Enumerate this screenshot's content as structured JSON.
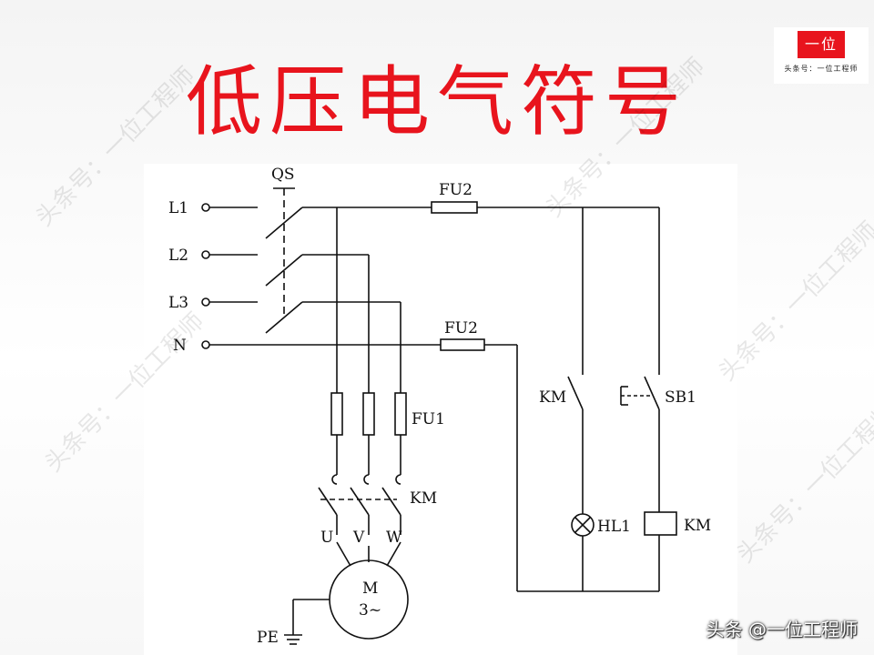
{
  "title": "低压电气符号",
  "logo": {
    "mark": "一位",
    "subtitle": "头条号：一位工程师"
  },
  "watermark": "头条号：一位工程师",
  "credit": "头条 @一位工程师",
  "colors": {
    "title": "#e8141d",
    "line": "#111111"
  },
  "labels": {
    "QS": "QS",
    "FU2_top": "FU2",
    "FU2_mid": "FU2",
    "L1": "L1",
    "L2": "L2",
    "L3": "L3",
    "N": "N",
    "FU1": "FU1",
    "KM_main": "KM",
    "U": "U",
    "V": "V",
    "W": "W",
    "motor_M": "M",
    "motor_phase": "3~",
    "PE": "PE",
    "KM_aux": "KM",
    "SB1": "SB1",
    "HL1": "HL1",
    "KM_coil": "KM"
  }
}
